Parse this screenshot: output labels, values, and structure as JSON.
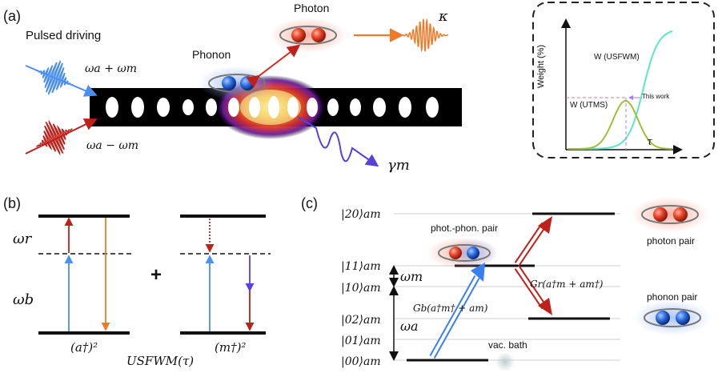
{
  "panel_a": {
    "label": "(a)",
    "pulsed_driving": "Pulsed driving",
    "omega_plus": "ωa + ωm",
    "omega_minus": "ωa − ωm",
    "phonon": "Phonon",
    "photon": "Photon",
    "kappa": "κ",
    "gamma": "γm"
  },
  "inset": {
    "ylabel": "Weight (%)",
    "xlabel": "τ",
    "w_sfwm": "W (USFWM)",
    "w_tms": "W (UTMS)",
    "this_work": "This work",
    "colors": {
      "sfwm": "#5ee6c1",
      "tms": "#9fbf3a",
      "marker": "#a87cf0"
    }
  },
  "panel_b": {
    "label": "(b)",
    "omega_r": "ωr",
    "omega_b": "ωb",
    "plus": "+",
    "left_caption": "(a†)²",
    "right_caption": "(m†)²",
    "bottom_caption": "USFWM(τ)"
  },
  "panel_c": {
    "label": "(c)",
    "levels": [
      "|20⟩am",
      "|11⟩am",
      "|10⟩am",
      "|02⟩am",
      "|01⟩am",
      "|00⟩am"
    ],
    "omega_m": "ωm",
    "omega_a": "ωa",
    "phot_phon_pair": "phot.-phon.  pair",
    "photon_pair": "photon  pair",
    "phonon_pair": "phonon  pair",
    "vac_bath": "vac. bath",
    "gb": "Gb(a†m† + am)",
    "gr": "Gr(a†m + am†)"
  },
  "colors": {
    "photon": "#e8502a",
    "phonon": "#2f6fe0",
    "pump_blue": "#4a8ff0",
    "pump_red": "#c0201a",
    "kappa_orange": "#f07a2a",
    "gamma_purple": "#5a3fd8"
  }
}
